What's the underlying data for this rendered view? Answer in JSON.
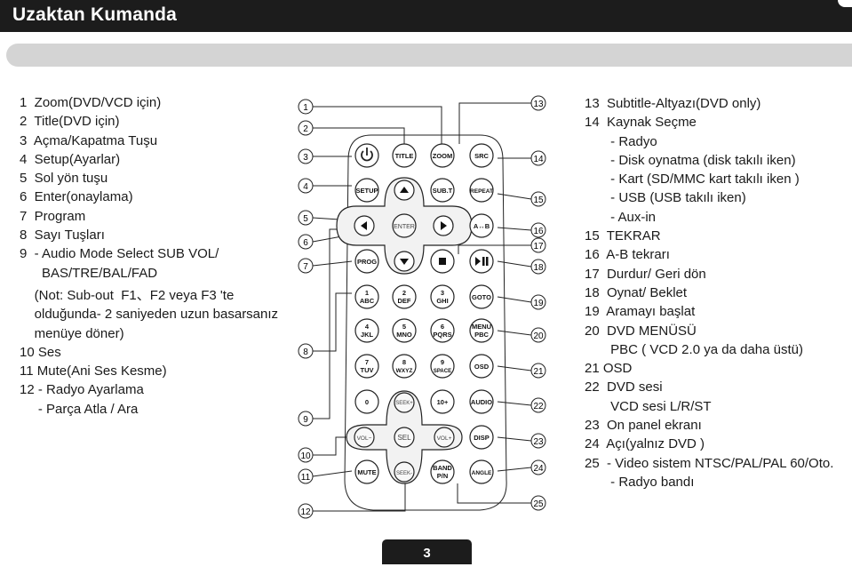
{
  "header": {
    "title": "Uzaktan Kumanda"
  },
  "left_lines": [
    "1  Zoom(DVD/VCD için)",
    "2  Title(DVD için)",
    "3  Açma/Kapatma Tuşu",
    "4  Setup(Ayarlar)",
    "5  Sol yön tuşu",
    "6  Enter(onaylama)",
    "7  Program",
    "8  Sayı Tuşları",
    "9  - Audio Mode Select SUB VOL/",
    "      BAS/TRE/BAL/FAD",
    "    (Not: Sub-out  F1、F2 veya F3 'te",
    "    olduğunda- 2 saniyeden uzun basarsanız",
    "    menüye döner)",
    "10 Ses",
    "11 Mute(Ani Ses Kesme)",
    "12 - Radyo Ayarlama",
    "     - Parça Atla / Ara"
  ],
  "right_lines": [
    "13  Subtitle-Altyazı(DVD only)",
    "14  Kaynak Seçme",
    "       - Radyo",
    "       - Disk oynatma (disk takılı iken)",
    "       - Kart (SD/MMC kart takılı iken )",
    "       - USB (USB takılı iken)",
    "       - Aux-in",
    "15  TEKRAR",
    "16  A-B tekrarı",
    "17  Durdur/ Geri dön",
    "18  Oynat/ Beklet",
    "19  Aramayı başlat",
    "20  DVD MENÜSÜ",
    "       PBC ( VCD 2.0 ya da daha üstü)",
    "21 OSD",
    "22  DVD sesi",
    "       VCD sesi L/R/ST",
    "23  On panel ekranı",
    "24  Açı(yalnız DVD )",
    "25  - Video sistem NTSC/PAL/PAL 60/Oto.",
    "       - Radyo bandı"
  ],
  "remote": {
    "callouts_left": [
      "1",
      "2",
      "3",
      "4",
      "5",
      "6",
      "7",
      "8",
      "9",
      "10",
      "11",
      "12"
    ],
    "callouts_right": [
      "13",
      "14",
      "15",
      "16",
      "17",
      "18",
      "19",
      "20",
      "21",
      "22",
      "23",
      "24",
      "25"
    ],
    "rows": {
      "row1": [
        "TITLE",
        "ZOOM",
        "SRC"
      ],
      "row2": [
        "SETUP",
        "SUB.T",
        "REPEAT"
      ],
      "enter": "ENTER",
      "ab": "A↔B",
      "prog": "PROG",
      "goto": "GOTO",
      "menu": [
        "MENU",
        "PBC"
      ],
      "osd": "OSD",
      "audio": "AUDIO",
      "disp": "DISP",
      "angle": "ANGLE",
      "mute": "MUTE",
      "band": [
        "BAND",
        "P/N"
      ],
      "seek_up": "SEEK+",
      "seek_down": "SEEK-",
      "vol_minus": "VOL−",
      "vol_plus": "VOL+",
      "sel": "SEL",
      "ten_plus": "10+",
      "digits": [
        {
          "n": "1",
          "l": "ABC"
        },
        {
          "n": "2",
          "l": "DEF"
        },
        {
          "n": "3",
          "l": "GHI"
        },
        {
          "n": "4",
          "l": "JKL"
        },
        {
          "n": "5",
          "l": "MNO"
        },
        {
          "n": "6",
          "l": "PQRS"
        },
        {
          "n": "7",
          "l": "TUV"
        },
        {
          "n": "8",
          "l": "WXYZ"
        },
        {
          "n": "9",
          "l": "SPACE"
        },
        {
          "n": "0",
          "l": ""
        }
      ]
    }
  },
  "footer": {
    "page_number": "3"
  }
}
